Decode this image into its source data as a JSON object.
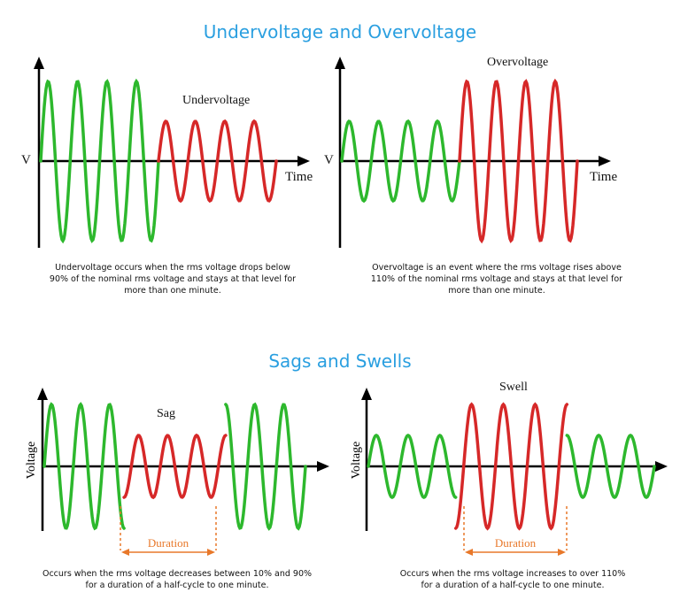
{
  "titles": {
    "top": "Undervoltage and Overvoltage",
    "bottom": "Sags and Swells"
  },
  "colors": {
    "title": "#2a9fe0",
    "normal_wave": "#2db82d",
    "event_wave": "#d62828",
    "duration": "#e8782a"
  },
  "panels": {
    "undervoltage": {
      "event_label": "Undervoltage",
      "y_label": "V",
      "x_label": "Time",
      "caption": [
        "Undervoltage occurs when the rms voltage drops below",
        "90% of the nominal rms voltage and stays at that level for",
        "more than one minute."
      ]
    },
    "overvoltage": {
      "event_label": "Overvoltage",
      "y_label": "V",
      "x_label": "Time",
      "caption": [
        "Overvoltage is an event where the rms voltage rises above",
        "110% of the nominal rms voltage and stays at that level for",
        "more than one minute."
      ]
    },
    "sag": {
      "event_label": "Sag",
      "y_label": "Voltage",
      "duration_label": "Duration",
      "caption": [
        "Occurs when the rms voltage decreases between 10% and 90%",
        "for a duration of a half-cycle to one minute."
      ]
    },
    "swell": {
      "event_label": "Swell",
      "y_label": "Voltage",
      "duration_label": "Duration",
      "caption": [
        "Occurs when the rms voltage increases to over 110%",
        "for a duration of a half-cycle to one minute."
      ]
    }
  },
  "waves": {
    "undervoltage": [
      {
        "state": "normal",
        "cycles": 4,
        "amplitude": 1.0
      },
      {
        "state": "event",
        "cycles": 4,
        "amplitude": 0.5
      }
    ],
    "overvoltage": [
      {
        "state": "normal",
        "cycles": 4,
        "amplitude": 0.5
      },
      {
        "state": "event",
        "cycles": 4,
        "amplitude": 1.0
      }
    ],
    "sag": [
      {
        "state": "normal",
        "cycles": 2.75,
        "amplitude": 1.0
      },
      {
        "state": "event",
        "cycles": 3.5,
        "amplitude": 0.5
      },
      {
        "state": "normal",
        "cycles": 2.75,
        "amplitude": 1.0
      }
    ],
    "swell": [
      {
        "state": "normal",
        "cycles": 2.75,
        "amplitude": 0.5
      },
      {
        "state": "event",
        "cycles": 3.5,
        "amplitude": 1.0
      },
      {
        "state": "normal",
        "cycles": 2.75,
        "amplitude": 0.5
      }
    ]
  }
}
